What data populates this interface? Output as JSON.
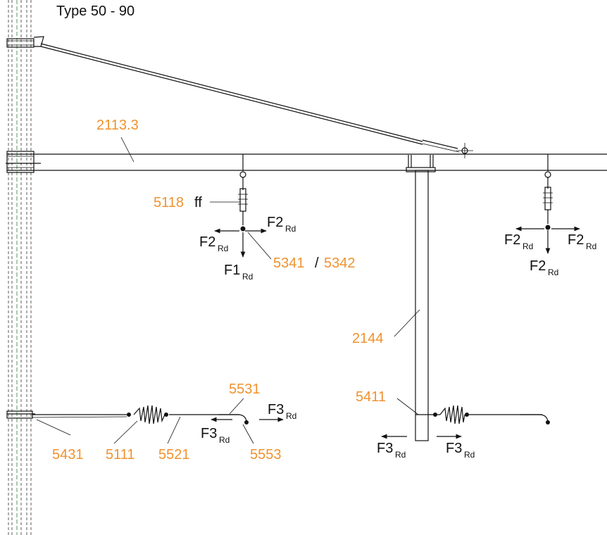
{
  "title": "Type 50 - 90",
  "colors": {
    "callout": "#f0922e",
    "ink": "#111111",
    "centerline": "#2e7d32"
  },
  "callouts": {
    "c2113_3": "2113.3",
    "c5118": "5118",
    "ff": "ff",
    "c5341": "5341",
    "slash": "/",
    "c5342": "5342",
    "c2144": "2144",
    "c5411": "5411",
    "c5531": "5531",
    "c5431": "5431",
    "c5111": "5111",
    "c5521": "5521",
    "c5553": "5553"
  },
  "forces": {
    "f2_left_a": {
      "main": "F2",
      "sub": "Rd"
    },
    "f2_right_a": {
      "main": "F2",
      "sub": "Rd"
    },
    "f1_down_a": {
      "main": "F1",
      "sub": "Rd"
    },
    "f2_left_b": {
      "main": "F2",
      "sub": "Rd"
    },
    "f2_right_b": {
      "main": "F2",
      "sub": "Rd"
    },
    "f2_down_b": {
      "main": "F2",
      "sub": "Rd"
    },
    "f3_right_a": {
      "main": "F3",
      "sub": "Rd"
    },
    "f3_left_a": {
      "main": "F3",
      "sub": "Rd"
    },
    "f3_left_b": {
      "main": "F3",
      "sub": "Rd"
    },
    "f3_right_b": {
      "main": "F3",
      "sub": "Rd"
    }
  }
}
